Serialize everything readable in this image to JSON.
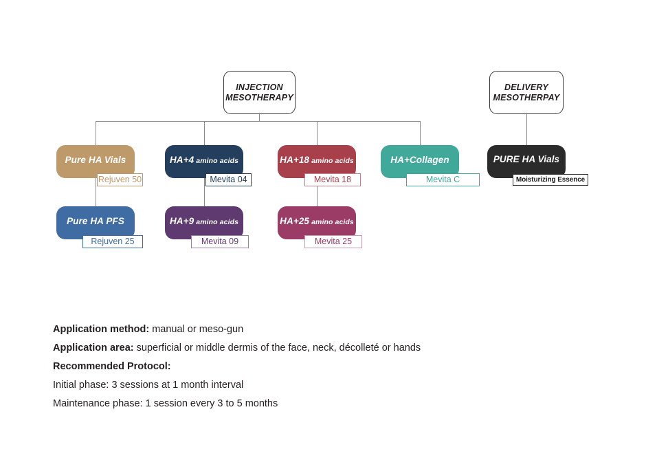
{
  "diagram": {
    "roots": [
      {
        "id": "injection-mesotherapy",
        "label": "INJECTION\nMESOTHERAPY"
      },
      {
        "id": "delivery-mesotherpay",
        "label": "DELIVERY\nMESOTHERPAY"
      }
    ],
    "nodes": [
      {
        "id": "pure-ha-vials",
        "title": "Pure HA Vials",
        "subtitle": "",
        "color": "#BE9A6B",
        "tag": "Rejuven 50",
        "tag_text_color": "#BE9A6B",
        "tag_border_color": "#BE9A6B"
      },
      {
        "id": "ha-4-amino-acids",
        "title": "HA+4",
        "subtitle": "amino acids",
        "color": "#243E5E",
        "tag": "Mevita 04",
        "tag_text_color": "#243E5E",
        "tag_border_color": "#243E5E"
      },
      {
        "id": "ha-18-amino-acids",
        "title": "HA+18",
        "subtitle": "amino acids",
        "color": "#A8404C",
        "tag": "Mevita 18",
        "tag_text_color": "#A8404C",
        "tag_border_color": "#C48088"
      },
      {
        "id": "ha-collagen",
        "title": "HA+Collagen",
        "subtitle": "",
        "color": "#41A99A",
        "tag": "Mevita C",
        "tag_text_color": "#41A99A",
        "tag_border_color": "#41A99A"
      },
      {
        "id": "pure-ha-pfs",
        "title": "Pure HA PFS",
        "subtitle": "",
        "color": "#3E6CA3",
        "tag": "Rejuven 25",
        "tag_text_color": "#3E6CA3",
        "tag_border_color": "#3E6CA3"
      },
      {
        "id": "ha-9-amino-acids",
        "title": "HA+9",
        "subtitle": "amino acids",
        "color": "#5E3A70",
        "tag": "Mevita 09",
        "tag_text_color": "#5E3A70",
        "tag_border_color": "#9B7FA8"
      },
      {
        "id": "ha-25-amino-acids",
        "title": "HA+25",
        "subtitle": "amino acids",
        "color": "#9B3C67",
        "tag": "Mevita 25",
        "tag_text_color": "#9B3C67",
        "tag_border_color": "#C79AB0"
      },
      {
        "id": "pure-ha-vials-delivery",
        "title": "PURE HA Vials",
        "subtitle": "",
        "color": "#2B2B2B",
        "tag": "Moisturizing Essence",
        "tag_text_color": "#1a1a1a",
        "tag_border_color": "#2B2B2B"
      }
    ]
  },
  "notes": [
    {
      "label": "Application method:",
      "value": " manual or meso-gun"
    },
    {
      "label": "Application area:",
      "value": " superficial or middle dermis of the face, neck, décolleté or hands"
    },
    {
      "label": "Recommended Protocol:",
      "value": ""
    },
    {
      "label": "",
      "value": "Initial phase: 3 sessions at 1 month interval"
    },
    {
      "label": "",
      "value": "Maintenance phase: 1 session every 3 to 5 months"
    }
  ]
}
